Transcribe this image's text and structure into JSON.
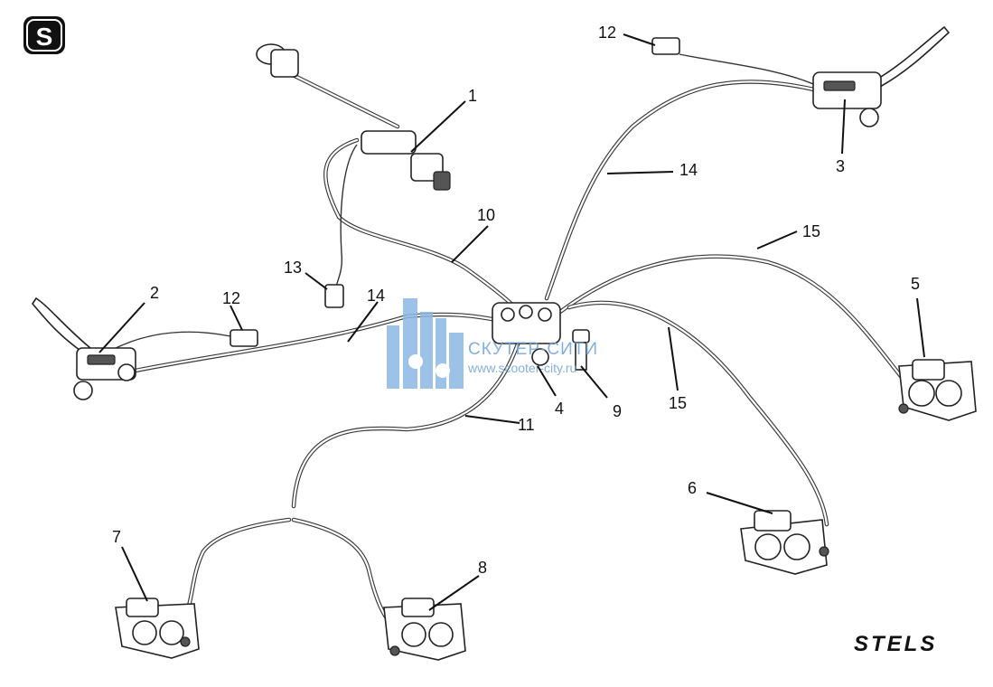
{
  "callouts": {
    "c1": "1",
    "c2": "2",
    "c3": "3",
    "c4": "4",
    "c5": "5",
    "c6": "6",
    "c7": "7",
    "c8": "8",
    "c9": "9",
    "c10": "10",
    "c11": "11",
    "c12a": "12",
    "c12b": "12",
    "c13": "13",
    "c14a": "14",
    "c14b": "14",
    "c15a": "15",
    "c15b": "15"
  },
  "watermark": {
    "name": "СКУТЕР-СИТИ",
    "url": "www.scooter-city.ru",
    "color": "#6fa3d8"
  },
  "brand": {
    "wordmark": "STELS",
    "corner_logo": "S"
  }
}
